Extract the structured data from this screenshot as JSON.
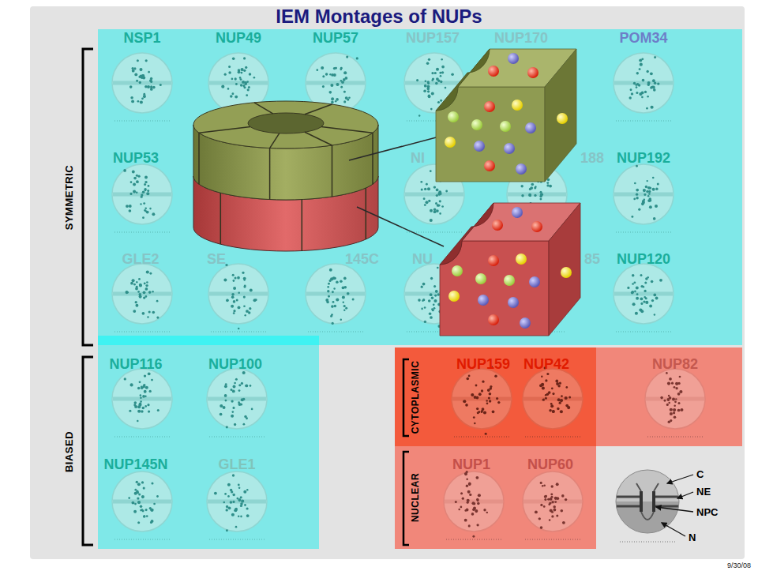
{
  "diagram": {
    "title": "IEM Montages of NUPs",
    "nodes": [
      {
        "text": [
          "SYMMETRIC"
        ]
      },
      {
        "text": [
          "NSP1"
        ],
        "in": 0
      },
      {
        "text": [
          "NUP49"
        ],
        "in": 0
      },
      {
        "text": [
          "NUP57"
        ],
        "in": 0
      },
      {
        "text": [
          "NUP157"
        ],
        "in": 0
      },
      {
        "text": [
          "NUP170"
        ],
        "in": 0
      },
      {
        "text": [
          "POM34"
        ],
        "in": 0
      },
      {
        "text": [
          "NUP53"
        ],
        "in": 0
      },
      {
        "text": [
          "NI"
        ],
        "in": 0
      },
      {
        "text": [
          "188"
        ],
        "in": 0
      },
      {
        "text": [
          "NUP192"
        ],
        "in": 0
      },
      {
        "text": [
          "GLE2"
        ],
        "in": 0
      },
      {
        "text": [
          "SE"
        ],
        "in": 0
      },
      {
        "text": [
          "145C"
        ],
        "in": 0
      },
      {
        "text": [
          "NU"
        ],
        "in": 0
      },
      {
        "text": [
          "85"
        ],
        "in": 0
      },
      {
        "text": [
          "NUP120"
        ],
        "in": 0
      },
      {
        "text": [
          "BIASED"
        ]
      },
      {
        "text": [
          "NUP116"
        ],
        "in": 17
      },
      {
        "text": [
          "NUP100"
        ],
        "in": 17
      },
      {
        "text": [
          "NUP145N"
        ],
        "in": 17
      },
      {
        "text": [
          "GLE1"
        ],
        "in": 17
      },
      {
        "text": [
          "CYTOPLASMIC"
        ]
      },
      {
        "text": [
          "NUP159"
        ],
        "in": 22
      },
      {
        "text": [
          "NUP42"
        ],
        "in": 22
      },
      {
        "text": [
          "NUP82"
        ]
      },
      {
        "text": [
          "NUCLEAR"
        ]
      },
      {
        "text": [
          "NUP1"
        ],
        "in": 26
      },
      {
        "text": [
          "NUP60"
        ],
        "in": 26
      }
    ],
    "labels": [
      "C",
      "NE",
      "NPC",
      "N",
      "9/30/08"
    ]
  }
}
